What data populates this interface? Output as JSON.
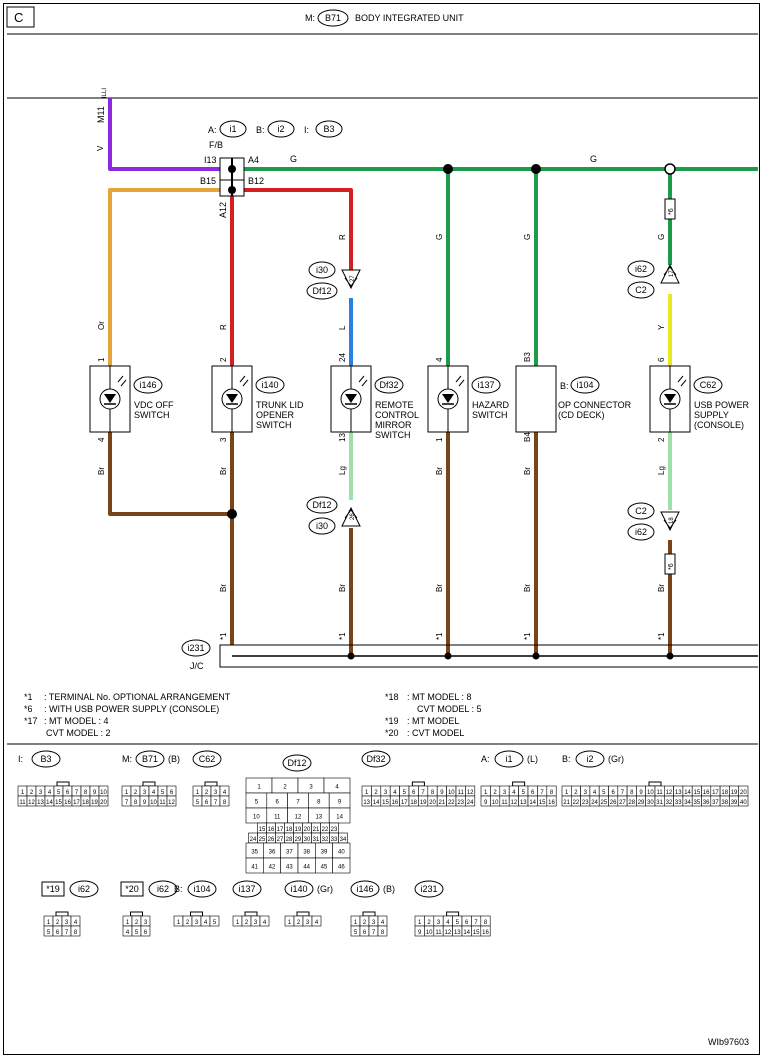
{
  "page": {
    "section_letter": "C",
    "title_prefix": "M:",
    "title_code": "B71",
    "title_text": "BODY INTEGRATED UNIT",
    "figure_id": "WIb97603"
  },
  "colors": {
    "V": "#8a2be2",
    "G": "#1e9b4a",
    "Or": "#e8a33a",
    "R": "#d42020",
    "L": "#2b7fe0",
    "Lg": "#9fe0a8",
    "Br": "#7a4416",
    "Y": "#e8e820",
    "black": "#000000"
  },
  "upper_bus": {
    "wire_label": "M11",
    "wire_color": "V",
    "wire_side": "ILLI",
    "fb_refs": [
      {
        "prefix": "A:",
        "code": "i1"
      },
      {
        "prefix": "B:",
        "code": "i2"
      },
      {
        "prefix": "I:",
        "code": "B3"
      }
    ],
    "fb_label": "F/B",
    "pins": {
      "i13": "I13",
      "a4": "A4",
      "b15": "B15",
      "b12": "B12",
      "a12": "A12"
    },
    "g_label": "G"
  },
  "components": [
    {
      "code": "i146",
      "name_lines": [
        "VDC OFF",
        "SWITCH"
      ],
      "pin_top": "1",
      "pin_bot": "4",
      "wire_top": "Or",
      "wire_bot": "Br"
    },
    {
      "code": "i140",
      "name_lines": [
        "TRUNK LID",
        "OPENER",
        "SWITCH"
      ],
      "pin_top": "2",
      "pin_bot": "3",
      "wire_top": "R",
      "wire_bot": "Br"
    },
    {
      "code": "Df32",
      "name_lines": [
        "REMOTE",
        "CONTROL",
        "MIRROR",
        "SWITCH"
      ],
      "pin_top": "24",
      "pin_bot": "13",
      "wire_top": "L",
      "wire_bot": "Lg"
    },
    {
      "code": "i137",
      "name_lines": [
        "HAZARD",
        "SWITCH"
      ],
      "pin_top": "4",
      "pin_bot": "1",
      "wire_top": "G",
      "wire_bot": "Br"
    },
    {
      "code": "i104",
      "prefix": "B:",
      "name_lines": [
        "OP CONNECTOR",
        "(CD DECK)"
      ],
      "pin_top": "B3",
      "pin_bot": "B4",
      "wire_top": "G",
      "wire_bot": "Br"
    },
    {
      "code": "C62",
      "name_lines": [
        "USB POWER",
        "SUPPLY",
        "(CONSOLE)"
      ],
      "pin_top": "6",
      "pin_bot": "2",
      "wire_top": "Y",
      "wire_bot": "Lg"
    }
  ],
  "wire_labels": {
    "r_upper": "R",
    "l_mid": "L",
    "g_col4": "G",
    "g_col5": "G",
    "g_col6": "G",
    "y_col6": "Y",
    "lg_col3": "Lg",
    "lg_col6": "Lg",
    "br": "Br"
  },
  "inline_connectors": {
    "upper_mirror": [
      "i30",
      "Df12"
    ],
    "upper_mirror_pin": "27",
    "lower_mirror": [
      "Df12",
      "i30"
    ],
    "lower_mirror_pin": "26",
    "upper_usb": [
      "i62",
      "C2"
    ],
    "upper_usb_pin": "17",
    "lower_usb": [
      "C2",
      "i62"
    ],
    "lower_usb_pin": "18",
    "star6": "*6"
  },
  "jc": {
    "code": "i231",
    "label": "J/C",
    "star": "*1"
  },
  "notes_left": [
    {
      "mark": "*1",
      "text": ": TERMINAL No. OPTIONAL ARRANGEMENT"
    },
    {
      "mark": "*6",
      "text": ": WITH USB POWER SUPPLY (CONSOLE)"
    },
    {
      "mark": "*17",
      "text": ": MT MODEL  : 4"
    },
    {
      "mark": "",
      "text": "CVT MODEL  : 2"
    }
  ],
  "notes_right": [
    {
      "mark": "*18",
      "text": ": MT MODEL  : 8"
    },
    {
      "mark": "",
      "text": "CVT MODEL  : 5"
    },
    {
      "mark": "*19",
      "text": ": MT MODEL"
    },
    {
      "mark": "*20",
      "text": ": CVT MODEL"
    }
  ],
  "connector_faces_row1": [
    {
      "prefix": "I:",
      "code": "B3",
      "suffix": "",
      "rows": [
        [
          "1",
          "2",
          "3",
          "4",
          "5",
          "6",
          "7",
          "8",
          "9",
          "10"
        ],
        [
          "11",
          "12",
          "13",
          "14",
          "15",
          "16",
          "17",
          "18",
          "19",
          "20"
        ]
      ]
    },
    {
      "prefix": "M:",
      "code": "B71",
      "suffix": "(B)",
      "rows": [
        [
          "1",
          "2",
          "3",
          "4",
          "5",
          "6"
        ],
        [
          "7",
          "8",
          "9",
          "10",
          "11",
          "12"
        ]
      ]
    },
    {
      "prefix": "",
      "code": "C62",
      "suffix": "",
      "rows": [
        [
          "1",
          "2",
          "3",
          "4"
        ],
        [
          "5",
          "6",
          "7",
          "8"
        ]
      ]
    },
    {
      "prefix": "",
      "code": "Df12",
      "suffix": "",
      "rows": [
        [
          "1",
          "2",
          "3",
          "4"
        ],
        [
          "5",
          "6",
          "7",
          "8",
          "9"
        ],
        [
          "10",
          "11",
          "12",
          "13",
          "14"
        ],
        [
          "15",
          "16",
          "17",
          "18",
          "19",
          "20",
          "21",
          "22",
          "23"
        ],
        [
          "24",
          "25",
          "26",
          "27",
          "28",
          "29",
          "30",
          "31",
          "32",
          "33",
          "34"
        ],
        [
          "35",
          "36",
          "37",
          "38",
          "39",
          "40"
        ],
        [
          "41",
          "42",
          "43",
          "44",
          "45",
          "46"
        ]
      ]
    },
    {
      "prefix": "",
      "code": "Df32",
      "suffix": "",
      "rows": [
        [
          "1",
          "2",
          "3",
          "4",
          "5",
          "6",
          "7",
          "8",
          "9",
          "10",
          "11",
          "12"
        ],
        [
          "13",
          "14",
          "15",
          "16",
          "17",
          "18",
          "19",
          "20",
          "21",
          "22",
          "23",
          "24"
        ]
      ]
    },
    {
      "prefix": "A:",
      "code": "i1",
      "suffix": "(L)",
      "rows": [
        [
          "1",
          "2",
          "3",
          "4",
          "5",
          "6",
          "7",
          "8"
        ],
        [
          "9",
          "10",
          "11",
          "12",
          "13",
          "14",
          "15",
          "16"
        ]
      ]
    },
    {
      "prefix": "B:",
      "code": "i2",
      "suffix": "(Gr)",
      "rows": [
        [
          "1",
          "2",
          "3",
          "4",
          "5",
          "6",
          "7",
          "8",
          "9",
          "10",
          "11",
          "12",
          "13",
          "14",
          "15",
          "16",
          "17",
          "18",
          "19",
          "20"
        ],
        [
          "21",
          "22",
          "23",
          "24",
          "25",
          "26",
          "27",
          "28",
          "29",
          "30",
          "31",
          "32",
          "33",
          "34",
          "35",
          "36",
          "37",
          "38",
          "39",
          "40"
        ]
      ]
    }
  ],
  "connector_faces_row2": [
    {
      "prefix": "*19",
      "code": "i62",
      "suffix": "",
      "rows": [
        [
          "1",
          "2",
          "3",
          "4"
        ],
        [
          "5",
          "6",
          "7",
          "8"
        ]
      ]
    },
    {
      "prefix": "*20",
      "code": "i62",
      "suffix": "",
      "rows": [
        [
          "1",
          "2",
          "3"
        ],
        [
          "4",
          "5",
          "6"
        ]
      ]
    },
    {
      "prefix": "B:",
      "code": "i104",
      "suffix": "",
      "rows": [
        [
          "1",
          "2",
          "3",
          "4",
          "5"
        ]
      ]
    },
    {
      "prefix": "",
      "code": "i137",
      "suffix": "",
      "rows": [
        [
          "1",
          "2",
          "3",
          "4"
        ]
      ]
    },
    {
      "prefix": "",
      "code": "i140",
      "suffix": "(Gr)",
      "rows": [
        [
          "1",
          "2",
          "3",
          "4"
        ]
      ]
    },
    {
      "prefix": "",
      "code": "i146",
      "suffix": "(B)",
      "rows": [
        [
          "1",
          "2",
          "3",
          "4"
        ],
        [
          "5",
          "6",
          "7",
          "8"
        ]
      ]
    },
    {
      "prefix": "",
      "code": "i231",
      "suffix": "",
      "rows": [
        [
          "1",
          "2",
          "3",
          "4",
          "5",
          "6",
          "7",
          "8"
        ],
        [
          "9",
          "10",
          "11",
          "12",
          "13",
          "14",
          "15",
          "16"
        ]
      ]
    }
  ]
}
